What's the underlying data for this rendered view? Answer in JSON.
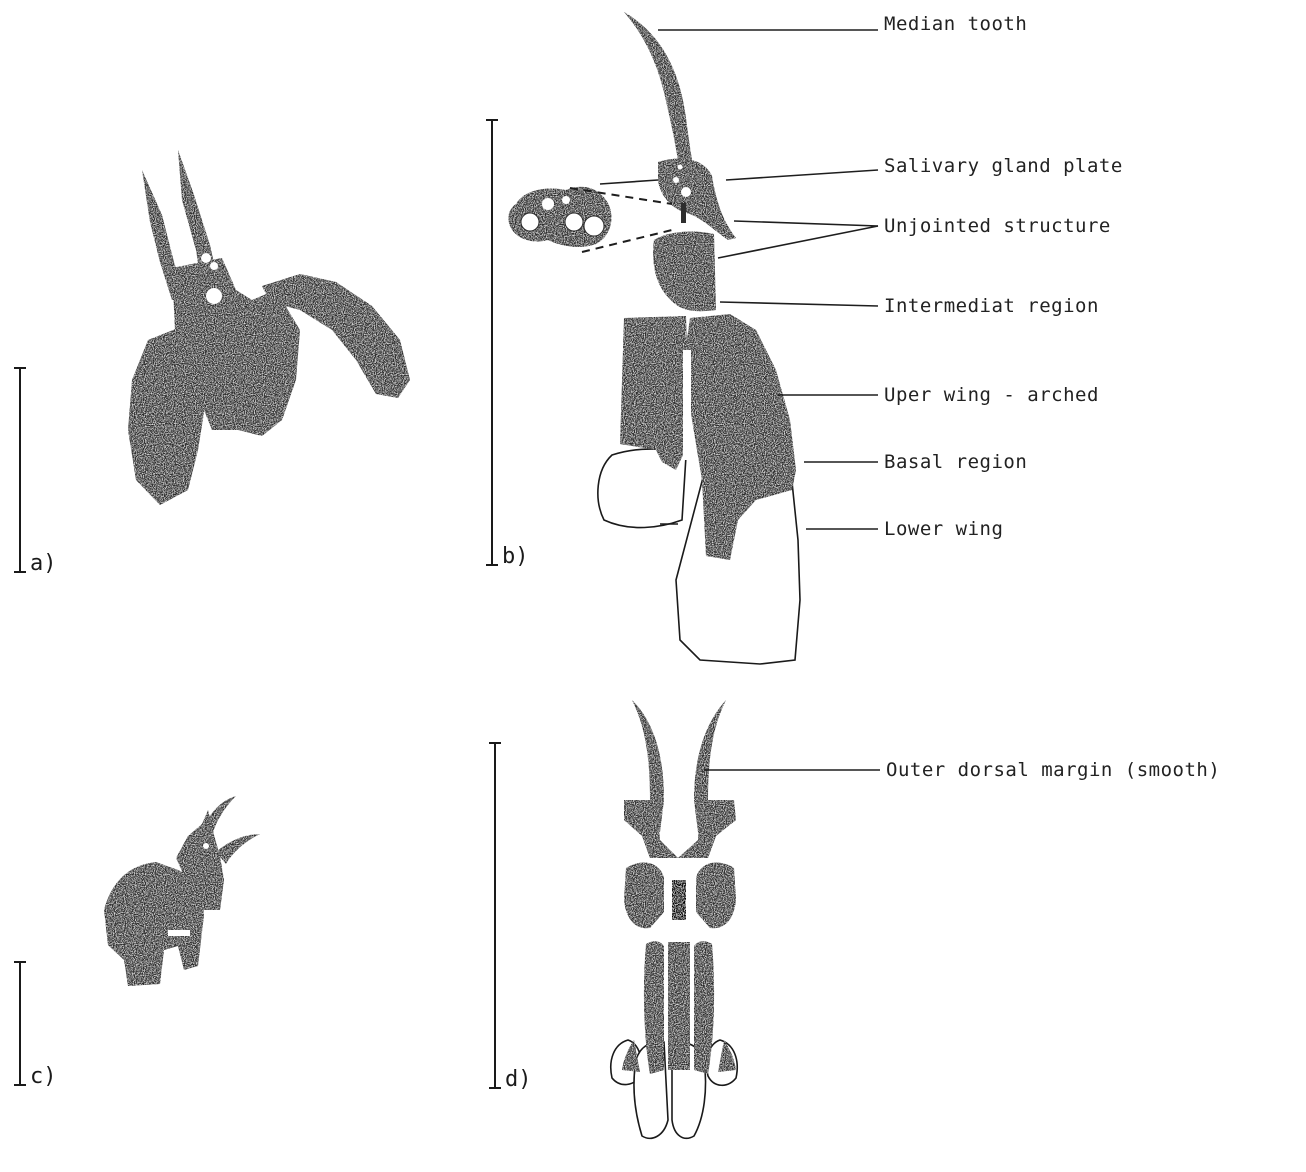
{
  "panels": {
    "a": "a)",
    "b": "b)",
    "c": "c)",
    "d": "d)"
  },
  "labels": {
    "median_tooth": "Median tooth",
    "salivary_gland_plate": "Salivary gland plate",
    "unjointed_structure": "Unjointed structure",
    "intermediate_region": "Intermediat region",
    "upper_wing": "Uper wing - arched",
    "basal_region": "Basal region",
    "lower_wing": "Lower wing",
    "outer_dorsal_margin": "Outer dorsal margin (smooth)"
  },
  "colors": {
    "ink": "#2e2e2e",
    "line": "#1a1a1a",
    "background": "#ffffff"
  }
}
